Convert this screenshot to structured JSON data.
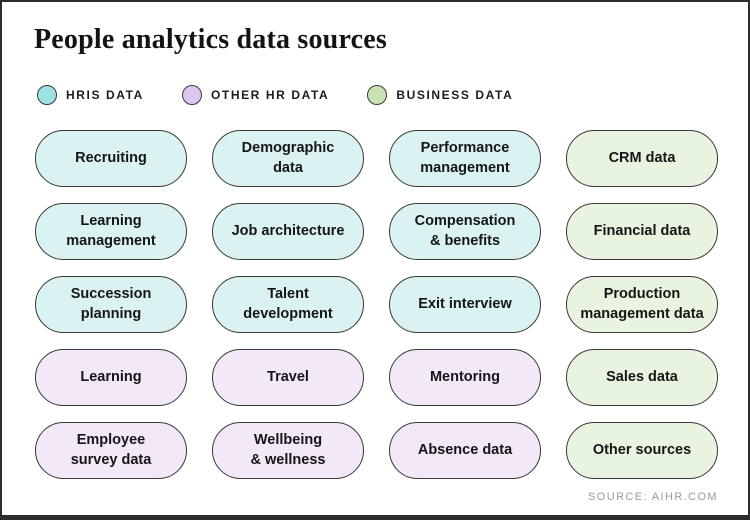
{
  "title": "People analytics data sources",
  "legend": {
    "items": [
      {
        "key": "hris",
        "label": "HRIS DATA",
        "color": "#9de2e2"
      },
      {
        "key": "other-hr",
        "label": "OTHER HR DATA",
        "color": "#ddc7ee"
      },
      {
        "key": "business",
        "label": "BUSINESS DATA",
        "color": "#c8e3b2"
      }
    ]
  },
  "categories": {
    "hris": {
      "fill": "#dbf2f2"
    },
    "other-hr": {
      "fill": "#f3e8f8"
    },
    "business": {
      "fill": "#e8f3e0"
    }
  },
  "grid": {
    "rows": [
      [
        {
          "label": "Recruiting",
          "category": "hris"
        },
        {
          "label": "Demographic\ndata",
          "category": "hris"
        },
        {
          "label": "Performance\nmanagement",
          "category": "hris"
        },
        {
          "label": "CRM data",
          "category": "business"
        }
      ],
      [
        {
          "label": "Learning\nmanagement",
          "category": "hris"
        },
        {
          "label": "Job architecture",
          "category": "hris"
        },
        {
          "label": "Compensation\n& benefits",
          "category": "hris"
        },
        {
          "label": "Financial data",
          "category": "business"
        }
      ],
      [
        {
          "label": "Succession\nplanning",
          "category": "hris"
        },
        {
          "label": "Talent\ndevelopment",
          "category": "hris"
        },
        {
          "label": "Exit interview",
          "category": "hris"
        },
        {
          "label": "Production\nmanagement data",
          "category": "business"
        }
      ],
      [
        {
          "label": "Learning",
          "category": "other-hr"
        },
        {
          "label": "Travel",
          "category": "other-hr"
        },
        {
          "label": "Mentoring",
          "category": "other-hr"
        },
        {
          "label": "Sales data",
          "category": "business"
        }
      ],
      [
        {
          "label": "Employee\nsurvey data",
          "category": "other-hr"
        },
        {
          "label": "Wellbeing\n& wellness",
          "category": "other-hr"
        },
        {
          "label": "Absence data",
          "category": "other-hr"
        },
        {
          "label": "Other sources",
          "category": "business"
        }
      ]
    ]
  },
  "source": "SOURCE: AIHR.COM"
}
